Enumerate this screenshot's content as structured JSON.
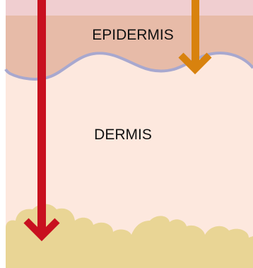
{
  "layers": {
    "epidermis": {
      "label": "EPIDERMIS",
      "color": "#e7bba8"
    },
    "dermis": {
      "label": "DERMIS",
      "color": "#fde8de"
    },
    "subcutis": {
      "color": "#e9d595"
    }
  },
  "boundary": {
    "color": "#a8a8cf"
  },
  "top_strip": {
    "color": "#f0ced0"
  },
  "arrows": [
    {
      "name": "long-arrow",
      "color": "#c8101f"
    },
    {
      "name": "short-arrow",
      "color": "#d8820e"
    }
  ]
}
